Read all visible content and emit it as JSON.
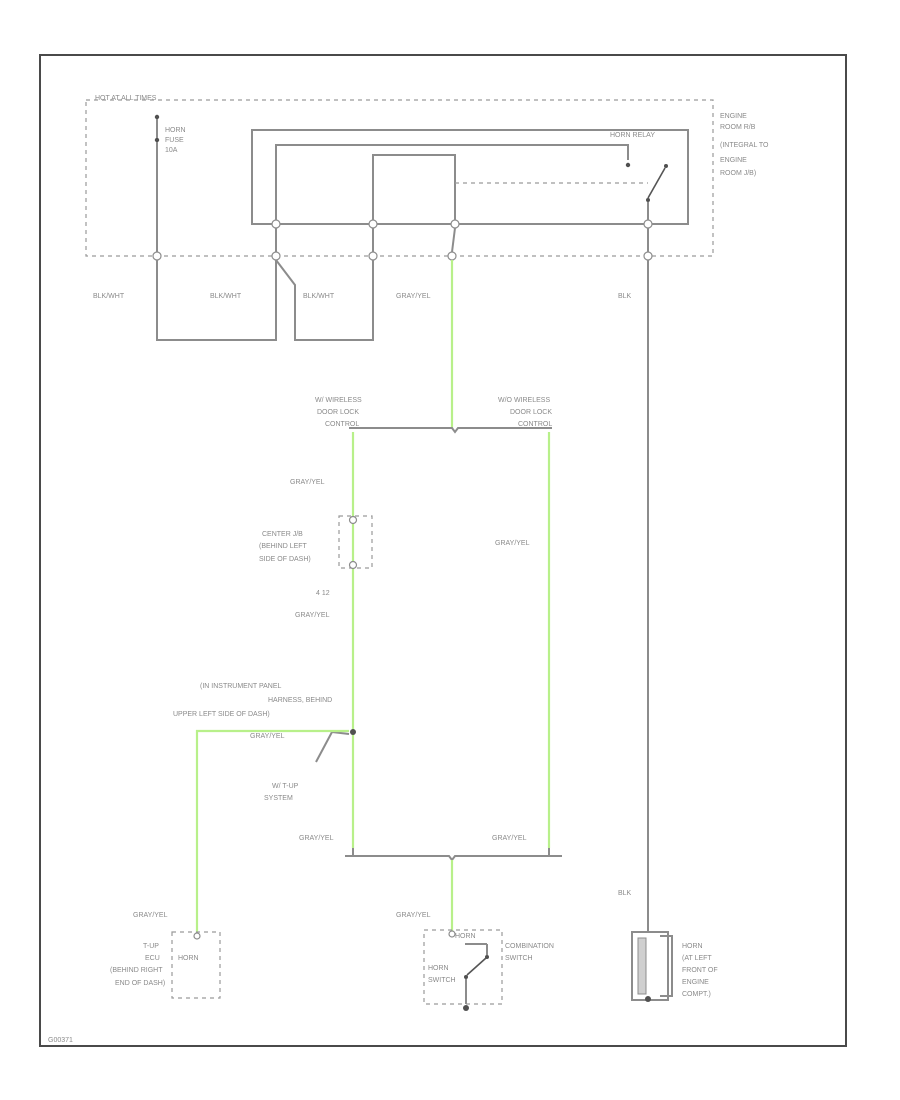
{
  "colors": {
    "wire": "#8c8c8c",
    "yellow_wire": "#b8f08a",
    "frame": "#4a4a4a"
  },
  "power": {
    "hot_at_all_times": "HOT AT ALL TIMES"
  },
  "fuse": {
    "line1": "HORN",
    "line2": "FUSE",
    "line3": "10A"
  },
  "relay": {
    "label": "HORN RELAY"
  },
  "engine_jb": {
    "line1": "ENGINE",
    "line2": "ROOM R/B",
    "line3": "(INTEGRAL TO",
    "line4": "ENGINE",
    "line5": "ROOM J/B)"
  },
  "wire_colors": {
    "blk_wht_1": "BLK/WHT",
    "blk_wht_2": "BLK/WHT",
    "blk_wht_3": "BLK/WHT",
    "gry_yel_top": "GRAY/YEL",
    "blk_top": "BLK",
    "gry_yel_w_1": "GRAY/YEL",
    "gry_yel_wo": "GRAY/YEL",
    "gry_yel_w_2": "GRAY/YEL",
    "gry_yel_splice": "GRAY/YEL",
    "gry_yel_w_3": "GRAY/YEL",
    "gry_yel_wo_2": "GRAY/YEL",
    "gry_yel_tup": "GRAY/YEL",
    "gry_yel_combo": "GRAY/YEL",
    "blk_horn": "BLK"
  },
  "branch": {
    "with_line1": "W/ WIRELESS",
    "with_line2": "DOOR LOCK",
    "with_line3": "CONTROL",
    "without_line1": "W/O WIRELESS",
    "without_line2": "DOOR LOCK",
    "without_line3": "CONTROL"
  },
  "center_jb": {
    "line1": "CENTER J/B",
    "line2": "(BEHIND LEFT",
    "line3": "SIDE OF DASH)",
    "pin": "4 12"
  },
  "instrument_harness": {
    "line1": "(IN INSTRUMENT PANEL",
    "line2": "HARNESS, BEHIND",
    "line3": "UPPER LEFT SIDE OF DASH)"
  },
  "tup_system": {
    "line1": "W/ T-UP",
    "line2": "SYSTEM"
  },
  "tup_ecu": {
    "line1": "T-UP",
    "line2": "ECU",
    "line3": "(BEHIND RIGHT",
    "line4": "END OF DASH)",
    "pin": "HORN"
  },
  "combo_switch": {
    "line1": "COMBINATION",
    "line2": "SWITCH",
    "pin": "HORN",
    "horn_switch1": "HORN",
    "horn_switch2": "SWITCH"
  },
  "horn": {
    "line1": "HORN",
    "line2": "(AT LEFT",
    "line3": "FRONT OF",
    "line4": "ENGINE",
    "line5": "COMPT.)"
  },
  "figure_id": "G00371"
}
